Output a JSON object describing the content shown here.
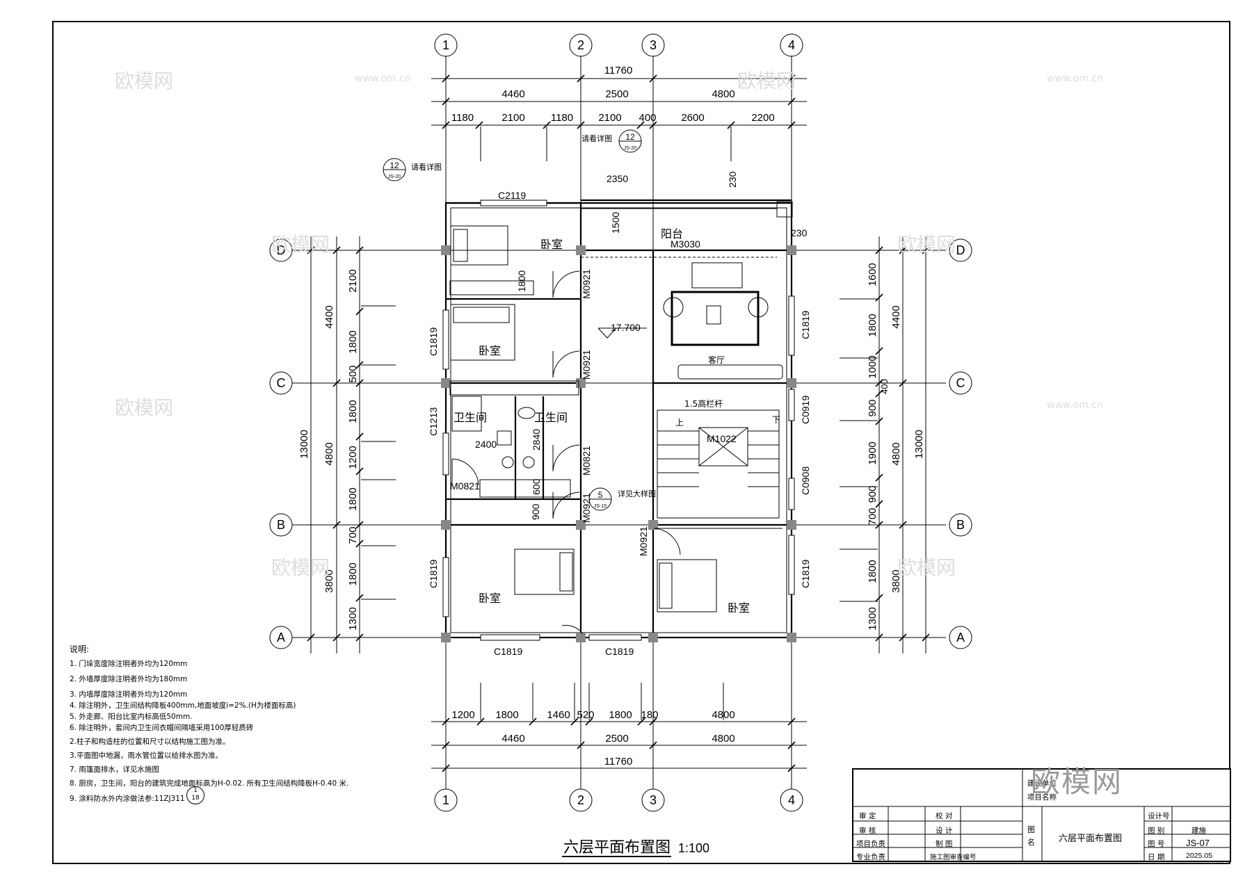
{
  "drawing": {
    "title": "六层平面布置图",
    "scale": "1:100",
    "axes_vertical": [
      "1",
      "2",
      "3",
      "4"
    ],
    "axes_horizontal": [
      "D",
      "C",
      "B",
      "A"
    ],
    "top_dims": {
      "overall": "11760",
      "level2": [
        "4460",
        "2500",
        "4800"
      ],
      "level3": [
        "1180",
        "2100",
        "1180",
        "2100",
        "400",
        "2600",
        "2200"
      ]
    },
    "bottom_dims": {
      "level1": [
        "1200",
        "1800",
        "1460",
        "520",
        "1800",
        "180",
        "4800"
      ],
      "level2": [
        "4460",
        "2500",
        "4800"
      ],
      "overall": "11760"
    },
    "left_dims": {
      "overall": "13000",
      "level2": [
        "4400",
        "4800",
        "3800"
      ],
      "level3": [
        "2100",
        "1800",
        "500",
        "1800",
        "1200",
        "1800",
        "700",
        "1800",
        "1300"
      ]
    },
    "right_dims": {
      "overall": "13000",
      "level2": [
        "4400",
        "4800",
        "3800"
      ],
      "level3": [
        "1600",
        "1800",
        "1000",
        "400",
        "900",
        "1900",
        "900",
        "700",
        "1800",
        "1300"
      ]
    },
    "rooms": {
      "bedroom": "卧室",
      "bathroom": "卫生间",
      "living": "客厅",
      "balcony": "阳台"
    },
    "labels": {
      "window_c2119": "C2119",
      "window_c1819": "C1819",
      "window_c1213": "C1213",
      "window_c0919": "C0919",
      "window_c0908": "C0908",
      "door_m0921": "M0921",
      "door_m0821": "M0821",
      "door_m3030": "M3030",
      "door_m1022": "M1022",
      "elevation": "17.700",
      "railing": "1.5高栏杆",
      "up": "上",
      "down": "下",
      "see_detail": "请看详图",
      "see_large": "详见大样图",
      "ref12": "12",
      "refJS20": "JS-20",
      "ref5": "5",
      "refJS15": "JS-15",
      "dim2350": "2350",
      "dim230": "230",
      "dim1500": "1500",
      "dim1800b": "1800",
      "dim2400": "2400",
      "dim2840": "2840",
      "dim600": "600",
      "dim900": "900"
    }
  },
  "notes": {
    "heading": "说明:",
    "items": [
      "1. 门垛宽度除注明者外均为120mm",
      "2. 外墙厚度除注明者外均为180mm",
      "3. 内墙厚度除注明者外均为120mm",
      "4. 除注明外，卫生间结构降板400mm,地面坡度i=2%.(H为楼面标高)",
      "5. 外走廊、阳台比室内标高低50mm.",
      "6. 除注明外，套间内卫生间衣帽间隔墙采用100厚轻质砖",
      "2.柱子和构造柱的位置和尺寸以结构施工图为准。",
      "3.平面图中地漏，雨水管位置以给排水图为准。",
      "7. 雨篷面排水，详见水施图",
      "8. 厨房，卫生间，阳台的建筑完成地面标高为H-0.02. 所有卫生间结构降板H-0.40 米.",
      "9. 涂料防水外内涂做法参:11ZJ311"
    ],
    "ref_top": "1",
    "ref_bottom": "18"
  },
  "title_block": {
    "approve": "审 定",
    "review": "审 核",
    "project_lead": "项目负责",
    "discipline_lead": "专业负责",
    "check": "校 对",
    "design": "设 计",
    "draw": "制 图",
    "permit_no": "施工图审查编号",
    "drawing_name_label": "图 名",
    "drawing_name": "六层平面布置图",
    "design_no": "设计号",
    "category_label": "图 别",
    "category": "建施",
    "number_label": "图 号",
    "number": "JS-07",
    "date_label": "日 期",
    "date": "2025.05",
    "unit": "建设单位",
    "project": "项目名称"
  },
  "watermarks": [
    "欧模网",
    "www.om.cn"
  ],
  "logo_text": "欧模网"
}
